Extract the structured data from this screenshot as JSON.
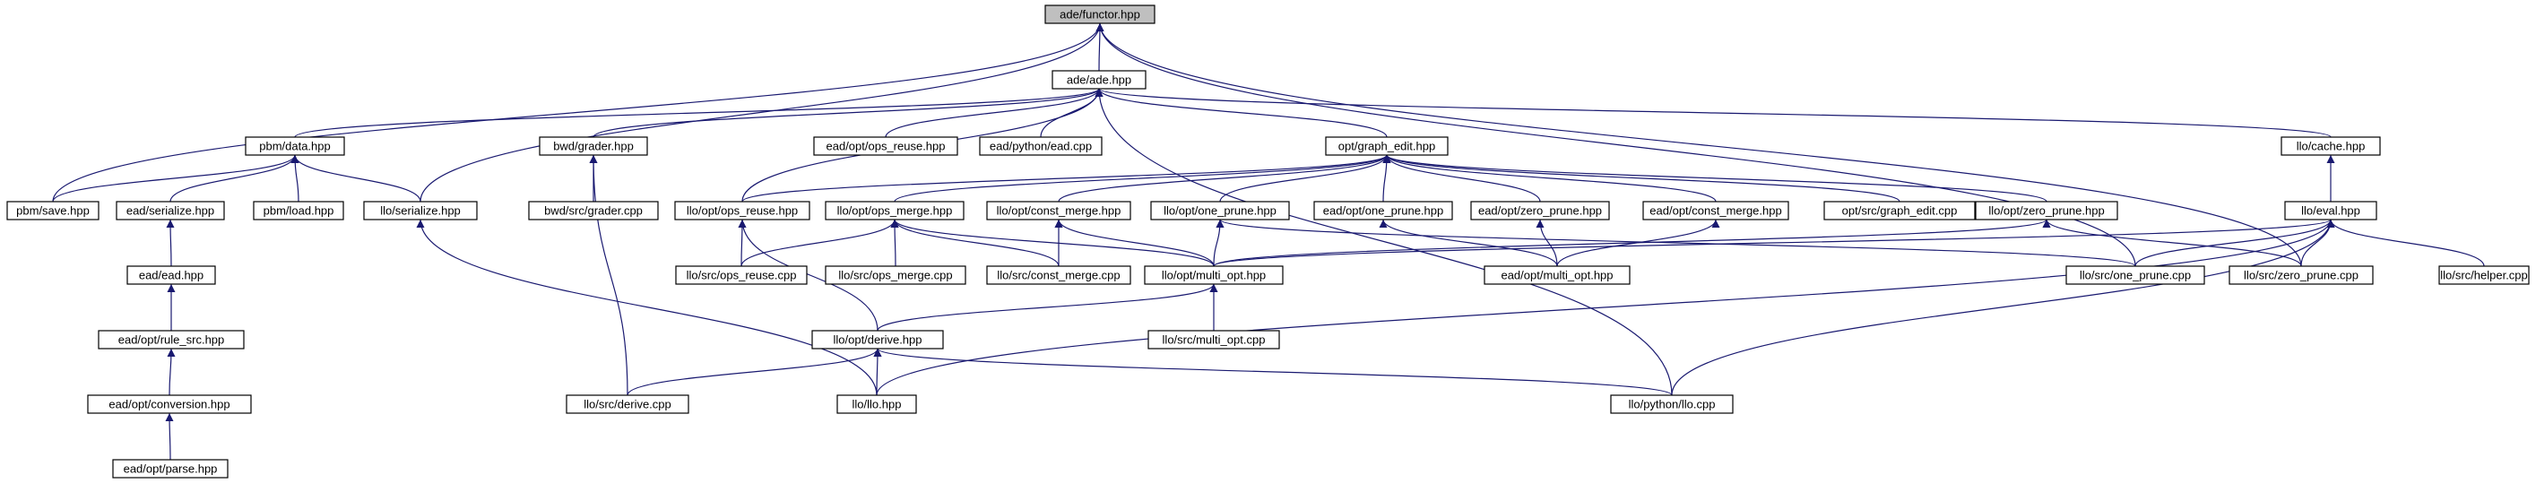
{
  "graph": {
    "title": "",
    "edge_color": "#191970",
    "root_fill": "#bfbfbf",
    "nodes": [
      {
        "id": "functor",
        "label": "ade/functor.hpp",
        "root": true
      },
      {
        "id": "ade",
        "label": "ade/ade.hpp"
      },
      {
        "id": "pbm_data",
        "label": "pbm/data.hpp"
      },
      {
        "id": "bwd_grader",
        "label": "bwd/grader.hpp"
      },
      {
        "id": "ops_reuse_ead",
        "label": "ead/opt/ops_reuse.hpp"
      },
      {
        "id": "ead_cpp",
        "label": "ead/python/ead.cpp"
      },
      {
        "id": "graph_edit",
        "label": "opt/graph_edit.hpp"
      },
      {
        "id": "llo_cache",
        "label": "llo/cache.hpp"
      },
      {
        "id": "pbm_save",
        "label": "pbm/save.hpp"
      },
      {
        "id": "ead_serialize",
        "label": "ead/serialize.hpp"
      },
      {
        "id": "pbm_load",
        "label": "pbm/load.hpp"
      },
      {
        "id": "llo_serialize",
        "label": "llo/serialize.hpp"
      },
      {
        "id": "bwd_grader_cpp",
        "label": "bwd/src/grader.cpp"
      },
      {
        "id": "llo_ops_reuse",
        "label": "llo/opt/ops_reuse.hpp"
      },
      {
        "id": "llo_ops_merge",
        "label": "llo/opt/ops_merge.hpp"
      },
      {
        "id": "llo_const_merge",
        "label": "llo/opt/const_merge.hpp"
      },
      {
        "id": "llo_one_prune",
        "label": "llo/opt/one_prune.hpp"
      },
      {
        "id": "ead_one_prune",
        "label": "ead/opt/one_prune.hpp"
      },
      {
        "id": "ead_zero_prune",
        "label": "ead/opt/zero_prune.hpp"
      },
      {
        "id": "ead_const_merge",
        "label": "ead/opt/const_merge.hpp"
      },
      {
        "id": "graph_edit_cpp",
        "label": "opt/src/graph_edit.cpp"
      },
      {
        "id": "llo_zero_prune",
        "label": "llo/opt/zero_prune.hpp"
      },
      {
        "id": "llo_eval",
        "label": "llo/eval.hpp"
      },
      {
        "id": "ead_ead",
        "label": "ead/ead.hpp"
      },
      {
        "id": "ops_reuse_cpp",
        "label": "llo/src/ops_reuse.cpp"
      },
      {
        "id": "ops_merge_cpp",
        "label": "llo/src/ops_merge.cpp"
      },
      {
        "id": "const_merge_cpp",
        "label": "llo/src/const_merge.cpp"
      },
      {
        "id": "llo_multi_opt",
        "label": "llo/opt/multi_opt.hpp"
      },
      {
        "id": "ead_multi_opt",
        "label": "ead/opt/multi_opt.hpp"
      },
      {
        "id": "one_prune_cpp",
        "label": "llo/src/one_prune.cpp"
      },
      {
        "id": "zero_prune_cpp",
        "label": "llo/src/zero_prune.cpp"
      },
      {
        "id": "helper_cpp",
        "label": "llo/src/helper.cpp"
      },
      {
        "id": "rule_src",
        "label": "ead/opt/rule_src.hpp"
      },
      {
        "id": "llo_derive",
        "label": "llo/opt/derive.hpp"
      },
      {
        "id": "multi_opt_cpp",
        "label": "llo/src/multi_opt.cpp"
      },
      {
        "id": "conversion",
        "label": "ead/opt/conversion.hpp"
      },
      {
        "id": "derive_cpp",
        "label": "llo/src/derive.cpp"
      },
      {
        "id": "llo_llo",
        "label": "llo/llo.hpp"
      },
      {
        "id": "llo_cpp",
        "label": "llo/python/llo.cpp"
      },
      {
        "id": "ead_parse",
        "label": "ead/opt/parse.hpp"
      }
    ]
  }
}
